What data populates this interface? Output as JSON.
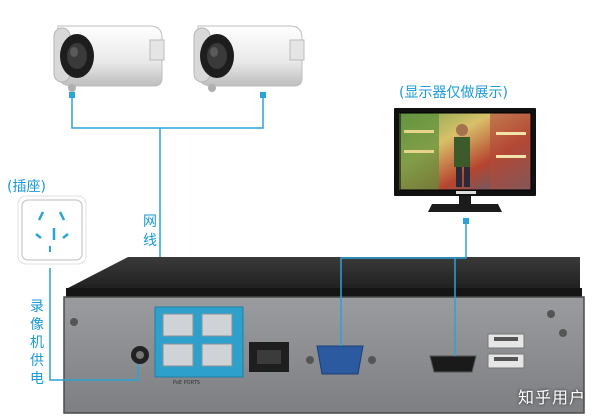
{
  "labels": {
    "display": "(显示器仅做展示)",
    "outlet": "(插座)",
    "network_cable": "网线",
    "recorder_power": "录像机供电",
    "watermark": "知乎用户"
  },
  "colors": {
    "wire": "#2aa3d8",
    "label": "#1a9ad6",
    "nvr_body": "#2b2b2b",
    "nvr_panel": "#8a8c8f",
    "poe_ports": "#2ea0cc",
    "camera_body": "#f2f2f2"
  },
  "icons": {
    "camera": "bullet-camera",
    "monitor": "lcd-monitor",
    "outlet": "power-outlet",
    "recorder": "network-video-recorder"
  }
}
